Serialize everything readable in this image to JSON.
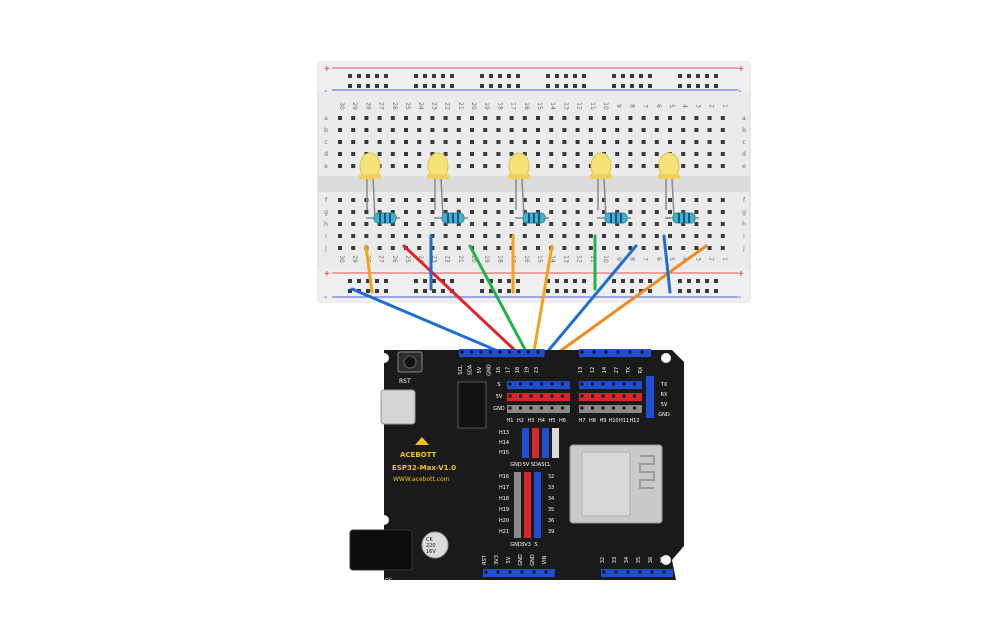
{
  "breadboard": {
    "rail_plus": "+",
    "rail_minus": "-",
    "row_letters_top": [
      "a",
      "b",
      "c",
      "d",
      "e"
    ],
    "row_letters_bottom": [
      "f",
      "g",
      "h",
      "i",
      "j"
    ],
    "column_count": 30
  },
  "components": {
    "led_color": "#f6e27a",
    "resistor_color": "#3fb4c7",
    "led_count": 5
  },
  "wires": [
    {
      "name": "wire-blue-gnd",
      "color": "#1f6fd1"
    },
    {
      "name": "wire-red",
      "color": "#e0242b"
    },
    {
      "name": "wire-green",
      "color": "#22b24c"
    },
    {
      "name": "wire-orange-1",
      "color": "#f2a21c"
    },
    {
      "name": "wire-blue-2",
      "color": "#1f6fd1"
    },
    {
      "name": "wire-orange-2",
      "color": "#f08a1f"
    }
  ],
  "board": {
    "brand": "ACEBOTT",
    "model": "ESP32-Max-V1.0",
    "website": "WWW.acebott.com",
    "reset_label": "RST",
    "top_pins_left": [
      "SCL",
      "SDA",
      "5V",
      "GND",
      "16",
      "17",
      "18",
      "19",
      "23"
    ],
    "top_pins_right": [
      "13",
      "12",
      "14",
      "27",
      "TX",
      "RX"
    ],
    "header_rows": [
      "S",
      "5V",
      "GND"
    ],
    "header_cols_left": [
      "H1",
      "H2",
      "H3",
      "H4",
      "H5",
      "H6"
    ],
    "header_cols_right": [
      "H7",
      "H8",
      "H9",
      "H10",
      "H11",
      "H12"
    ],
    "right_side_labels": [
      "TX",
      "RX",
      "5V",
      "GND"
    ],
    "mid_left_rows": [
      "H13",
      "H14",
      "H15"
    ],
    "mid_bottom_labels": [
      "GND",
      "5V",
      "SDA",
      "SCL"
    ],
    "lower_rows": [
      "H16",
      "H17",
      "H18",
      "H19",
      "H20",
      "H21"
    ],
    "lower_numbers": [
      "32",
      "33",
      "34",
      "35",
      "36",
      "39"
    ],
    "lower_bottom_labels": [
      "GND",
      "3V3",
      "S"
    ],
    "bottom_pins_left": [
      "RST",
      "3V3",
      "5V",
      "GND",
      "GND",
      "VIN"
    ],
    "bottom_pins_right": [
      "32",
      "33",
      "34",
      "35",
      "36",
      "39"
    ],
    "capacitor_text": [
      "CK",
      "220",
      "16V"
    ],
    "dc_label": "DC",
    "colors": {
      "pcb": "#1a1a1a",
      "header_blue": "#1f4fd1",
      "header_red": "#d8262b",
      "header_gray": "#8a8a8a",
      "module": "#c9c9c9"
    }
  }
}
